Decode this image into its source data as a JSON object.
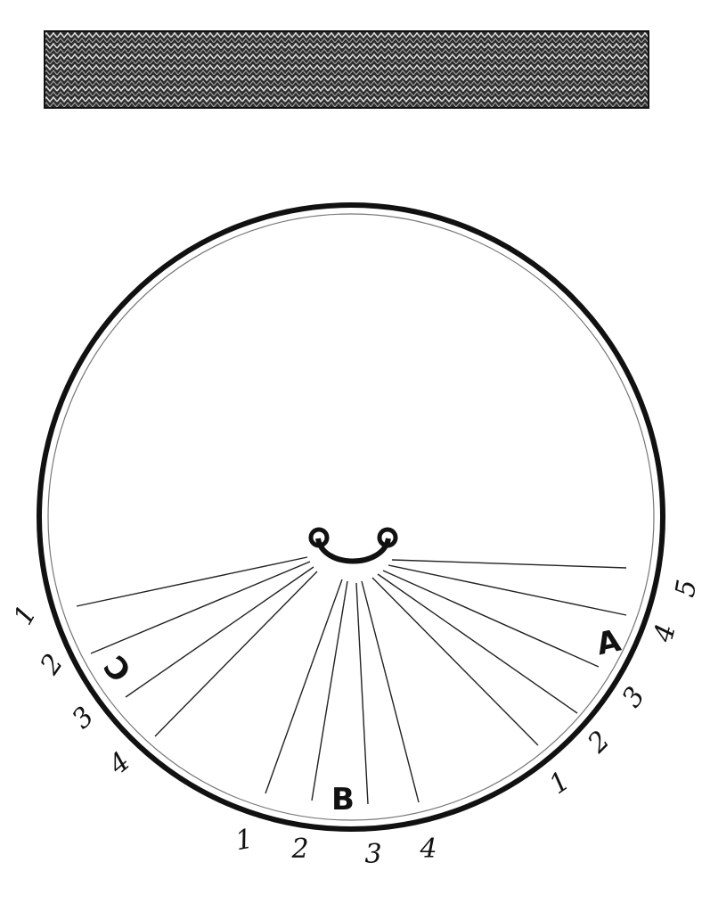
{
  "colors": {
    "ink": "#111111",
    "background": "#ffffff",
    "band": "#3a3a3a"
  },
  "texture_band": {
    "pattern": "herringbone-weave"
  },
  "dial": {
    "letters": {
      "a": "A",
      "b": "B",
      "c": "C"
    },
    "numerals_left": [
      "1",
      "2",
      "3",
      "4"
    ],
    "numerals_bottom": [
      "1",
      "2",
      "3",
      "4"
    ],
    "numerals_right_lower": [
      "1",
      "2",
      "3"
    ],
    "numerals_right_upper": [
      "4",
      "5"
    ]
  }
}
